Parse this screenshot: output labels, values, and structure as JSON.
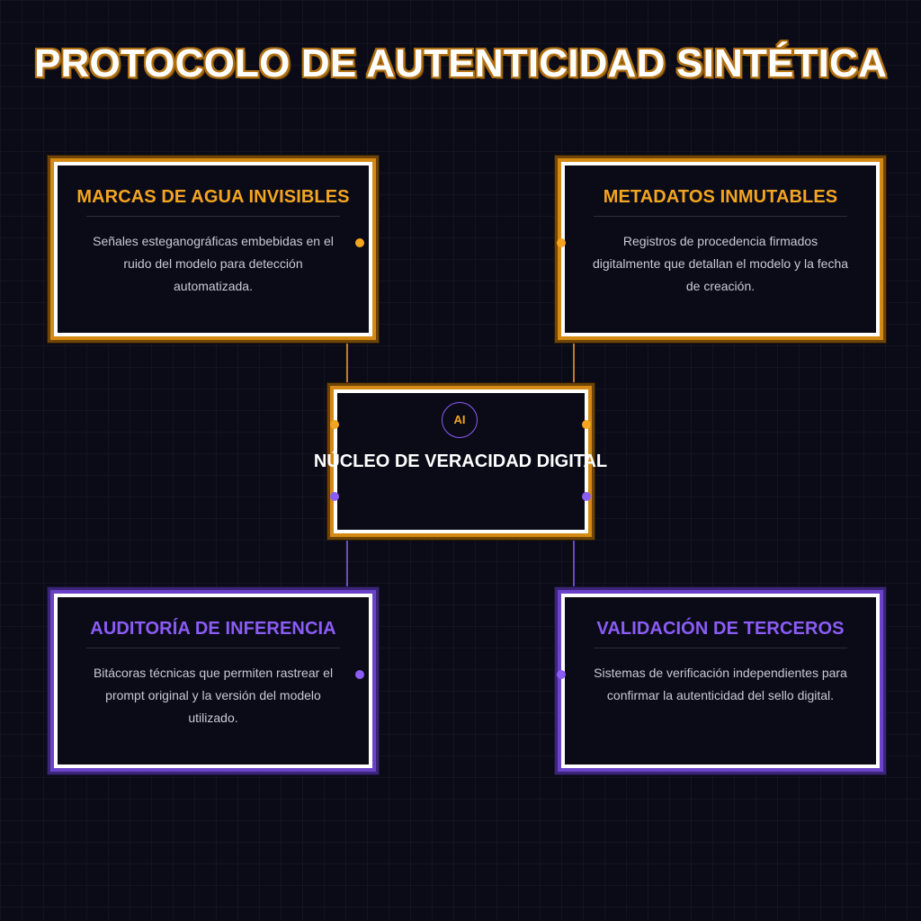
{
  "title": "PROTOCOLO DE AUTENTICIDAD SINTÉTICA",
  "colors": {
    "background": "#0b0b18",
    "accent_orange": "#f4a51f",
    "accent_purple": "#8b5cf6",
    "border_white": "#ffffff",
    "text_muted": "#c9c9d4"
  },
  "core": {
    "badge": "AI",
    "label": "NÚCLEO DE VERACIDAD DIGITAL"
  },
  "cards": [
    {
      "title": "MARCAS DE AGUA INVISIBLES",
      "description": "Señales esteganográficas embebidas en el ruido del modelo para detección automatizada.",
      "accent": "orange"
    },
    {
      "title": "METADATOS INMUTABLES",
      "description": "Registros de procedencia firmados digitalmente que detallan el modelo y la fecha de creación.",
      "accent": "orange"
    },
    {
      "title": "AUDITORÍA DE INFERENCIA",
      "description": "Bitácoras técnicas que permiten rastrear el prompt original y la versión del modelo utilizado.",
      "accent": "purple"
    },
    {
      "title": "VALIDACIÓN DE TERCEROS",
      "description": "Sistemas de verificación independientes para confirmar la autenticidad del sello digital.",
      "accent": "purple"
    }
  ]
}
